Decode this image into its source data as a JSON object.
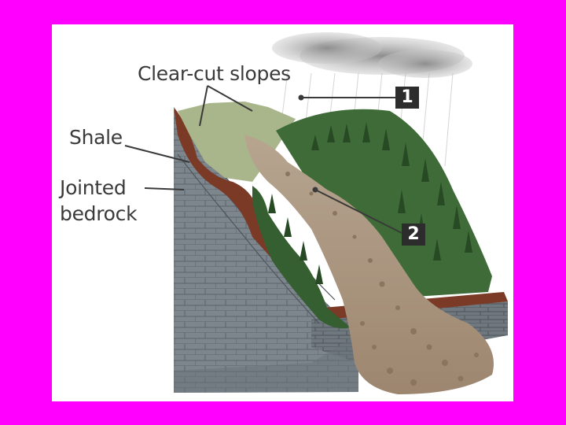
{
  "labels": {
    "clear_cut_slopes": "Clear-cut slopes",
    "shale": "Shale",
    "jointed_bedrock": "Jointed bedrock"
  },
  "callouts": [
    {
      "number": "1"
    },
    {
      "number": "2"
    }
  ],
  "colors": {
    "page_background": "#ff00ff",
    "panel_background": "#ffffff",
    "bedrock": "#7d858d",
    "soil_layer": "#7a3a26",
    "forest": "#3f6b38",
    "debris_flow": "#a89078",
    "rain_cloud": "#9a9a9a",
    "badge": "#2c2c2c"
  }
}
